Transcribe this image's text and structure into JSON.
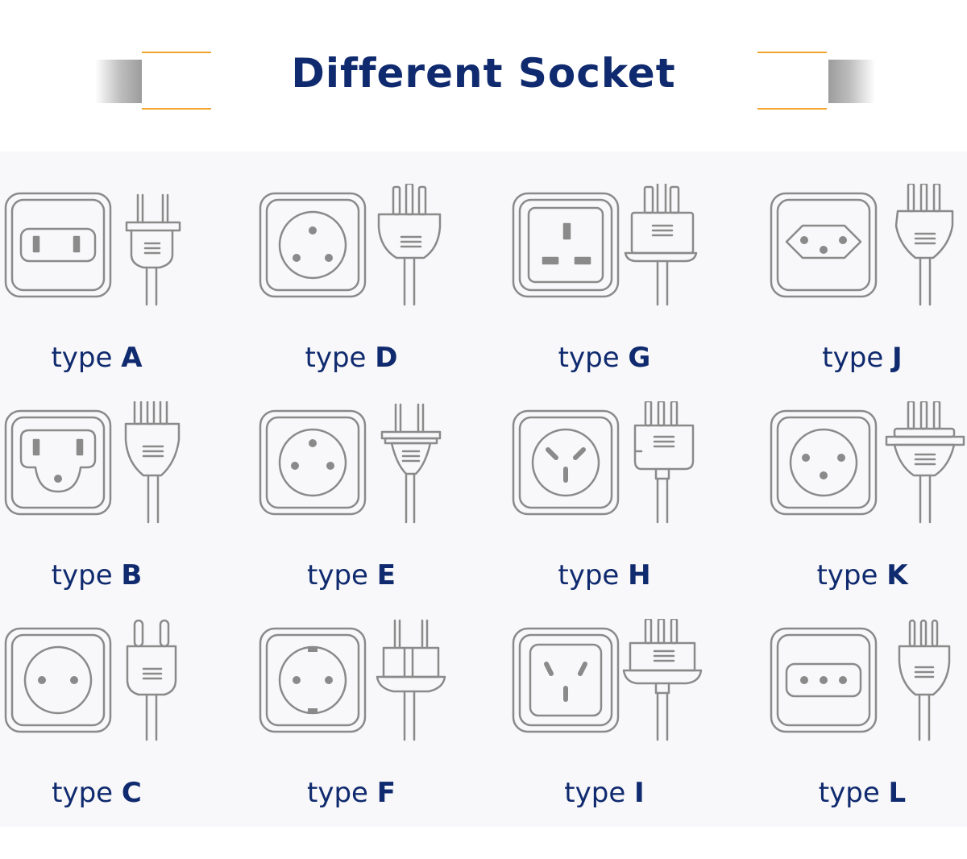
{
  "title": "Different Socket",
  "colors": {
    "title": "#0f2a6e",
    "accent_line": "#f0a530",
    "outline": "#8a8a8a",
    "panel": "#f8f7f9"
  },
  "types": [
    {
      "word": "type",
      "letter": "A",
      "icon": "type-a-socket-plug-icon"
    },
    {
      "word": "type",
      "letter": "D",
      "icon": "type-d-socket-plug-icon"
    },
    {
      "word": "type",
      "letter": "G",
      "icon": "type-g-socket-plug-icon"
    },
    {
      "word": "type",
      "letter": "J",
      "icon": "type-j-socket-plug-icon"
    },
    {
      "word": "type",
      "letter": "B",
      "icon": "type-b-socket-plug-icon"
    },
    {
      "word": "type",
      "letter": "E",
      "icon": "type-e-socket-plug-icon"
    },
    {
      "word": "type",
      "letter": "H",
      "icon": "type-h-socket-plug-icon"
    },
    {
      "word": "type",
      "letter": "K",
      "icon": "type-k-socket-plug-icon"
    },
    {
      "word": "type",
      "letter": "C",
      "icon": "type-c-socket-plug-icon"
    },
    {
      "word": "type",
      "letter": "F",
      "icon": "type-f-socket-plug-icon"
    },
    {
      "word": "type",
      "letter": "I",
      "icon": "type-i-socket-plug-icon"
    },
    {
      "word": "type",
      "letter": "L",
      "icon": "type-l-socket-plug-icon"
    }
  ]
}
